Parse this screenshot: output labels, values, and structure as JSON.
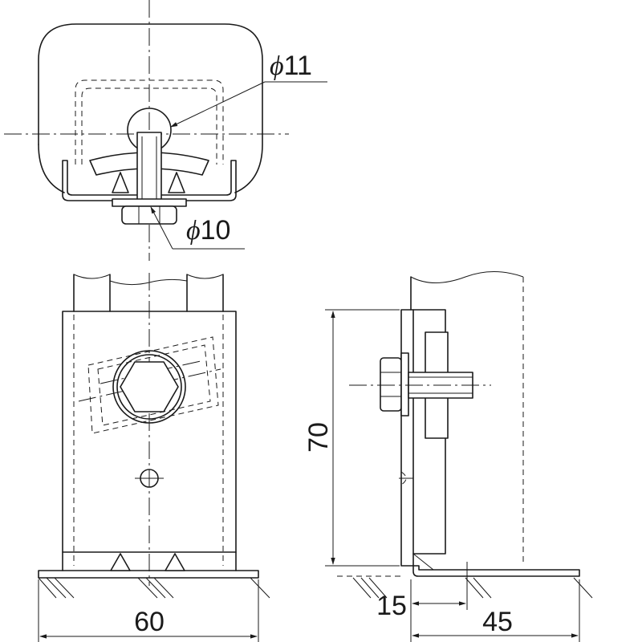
{
  "labels": {
    "hole_diameter": "11",
    "bolt_diameter": "10",
    "height": "70",
    "width": "60",
    "offset": "15",
    "depth": "45",
    "phi_symbol": "ϕ"
  }
}
